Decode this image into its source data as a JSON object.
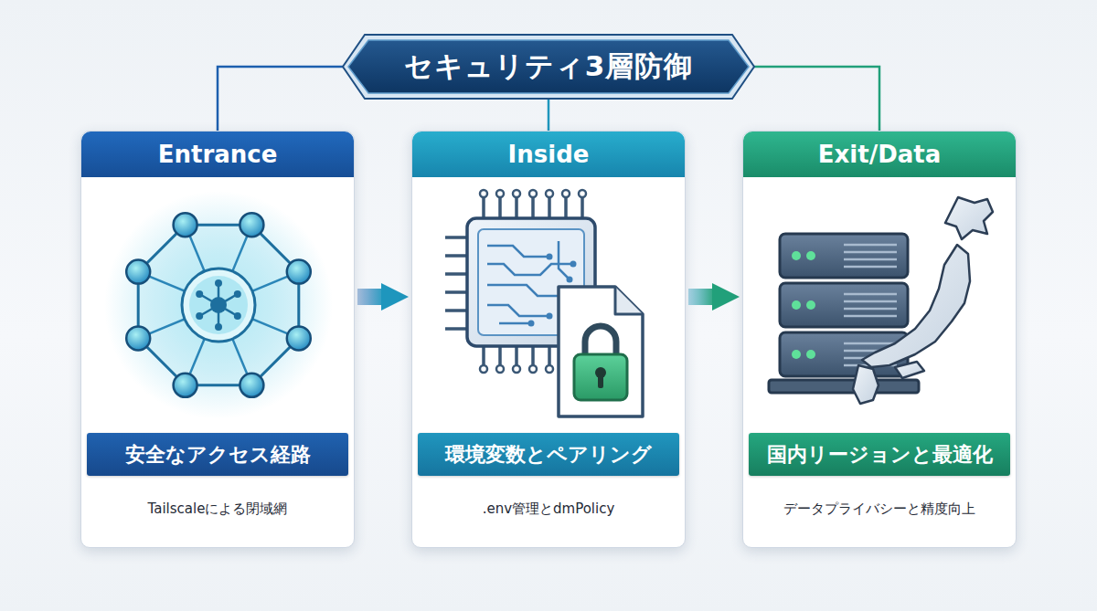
{
  "diagram": {
    "nodes": [
      {
        "text": [
          "セキュリティ3層防御"
        ]
      },
      {
        "text": [
          "Tailscaleによる閉域網"
        ]
      },
      {
        "text": [
          "Entrance"
        ],
        "in": 1
      },
      {
        "text": [
          "安全なアクセス経路"
        ],
        "in": 1
      },
      {
        "text": [
          ".env管理とdmPolicy"
        ]
      },
      {
        "text": [
          "Inside"
        ],
        "in": 4
      },
      {
        "text": [
          "環境変数とペアリング"
        ],
        "in": 4
      },
      {
        "text": [
          "データプライバシーと精度向上"
        ]
      },
      {
        "text": [
          "Exit/Data"
        ],
        "in": 7
      },
      {
        "text": [
          "国内リージョンと最適化"
        ],
        "in": 7
      }
    ],
    "edges": [
      {
        "from": 0,
        "to": 1,
        "arrow": "none"
      },
      {
        "from": 0,
        "to": 4,
        "arrow": "none"
      },
      {
        "from": 0,
        "to": 7,
        "arrow": "none"
      },
      {
        "from": 1,
        "to": 4,
        "arrow": "to"
      },
      {
        "from": 4,
        "to": 7,
        "arrow": "to"
      }
    ]
  }
}
